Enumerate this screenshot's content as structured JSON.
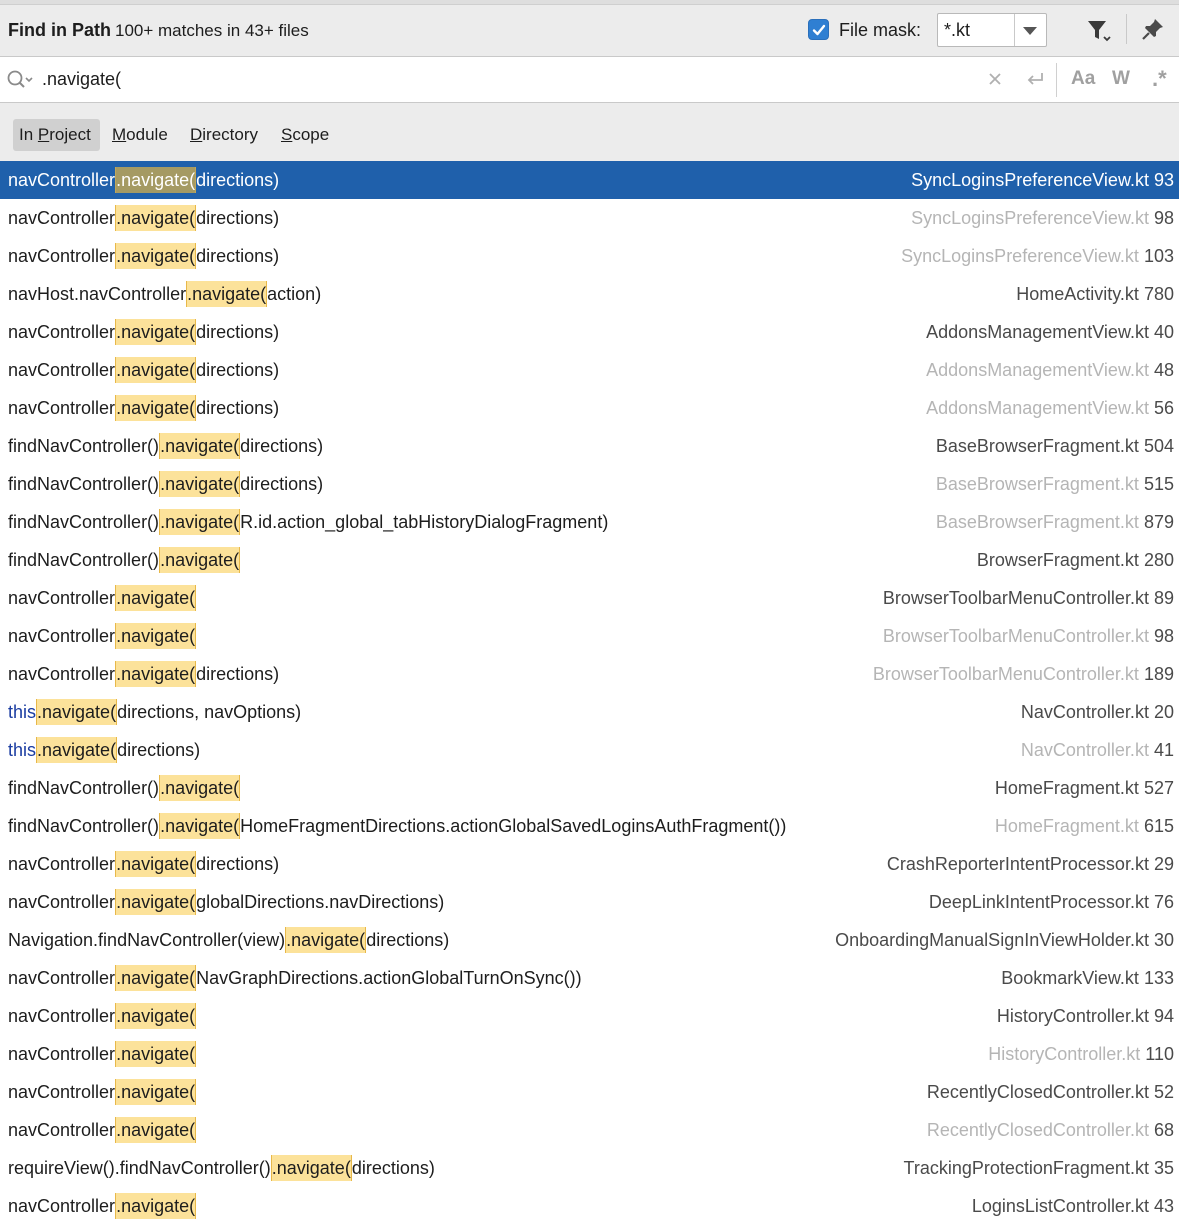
{
  "header": {
    "title": "Find in Path",
    "match_summary": "100+ matches in 43+ files",
    "file_mask_label": "File mask:",
    "file_mask_value": "*.kt",
    "file_mask_checked": true,
    "accent_color": "#2f7fd2"
  },
  "search": {
    "query": ".navigate(",
    "options": {
      "match_case": "Aa",
      "words": "W",
      "regex": ".*"
    }
  },
  "scopes": [
    {
      "label": "In Project",
      "active": true
    },
    {
      "label": "Module",
      "active": false
    },
    {
      "label": "Directory",
      "active": false
    },
    {
      "label": "Scope",
      "active": false
    }
  ],
  "results": [
    {
      "pre": "navController",
      "match": ".navigate(",
      "post": "directions)",
      "file": "SyncLoginsPreferenceView.kt",
      "line": "93",
      "selected": true,
      "dim": false
    },
    {
      "pre": "navController",
      "match": ".navigate(",
      "post": "directions)",
      "file": "SyncLoginsPreferenceView.kt",
      "line": "98",
      "dim": true
    },
    {
      "pre": "navController",
      "match": ".navigate(",
      "post": "directions)",
      "file": "SyncLoginsPreferenceView.kt",
      "line": "103",
      "dim": true
    },
    {
      "pre": "navHost.navController",
      "match": ".navigate(",
      "post": "action)",
      "file": "HomeActivity.kt",
      "line": "780",
      "dim": false
    },
    {
      "pre": "navController",
      "match": ".navigate(",
      "post": "directions)",
      "file": "AddonsManagementView.kt",
      "line": "40",
      "dim": false
    },
    {
      "pre": "navController",
      "match": ".navigate(",
      "post": "directions)",
      "file": "AddonsManagementView.kt",
      "line": "48",
      "dim": true
    },
    {
      "pre": "navController",
      "match": ".navigate(",
      "post": "directions)",
      "file": "AddonsManagementView.kt",
      "line": "56",
      "dim": true
    },
    {
      "pre": "findNavController()",
      "match": ".navigate(",
      "post": "directions)",
      "file": "BaseBrowserFragment.kt",
      "line": "504",
      "dim": false
    },
    {
      "pre": "findNavController()",
      "match": ".navigate(",
      "post": "directions)",
      "file": "BaseBrowserFragment.kt",
      "line": "515",
      "dim": true
    },
    {
      "pre": "findNavController()",
      "match": ".navigate(",
      "post": "R.id.action_global_tabHistoryDialogFragment)",
      "file": "BaseBrowserFragment.kt",
      "line": "879",
      "dim": true
    },
    {
      "pre": "findNavController()",
      "match": ".navigate(",
      "post": "",
      "file": "BrowserFragment.kt",
      "line": "280",
      "dim": false
    },
    {
      "pre": "navController",
      "match": ".navigate(",
      "post": "",
      "file": "BrowserToolbarMenuController.kt",
      "line": "89",
      "dim": false
    },
    {
      "pre": "navController",
      "match": ".navigate(",
      "post": "",
      "file": "BrowserToolbarMenuController.kt",
      "line": "98",
      "dim": true
    },
    {
      "pre": "navController",
      "match": ".navigate(",
      "post": "directions)",
      "file": "BrowserToolbarMenuController.kt",
      "line": "189",
      "dim": true
    },
    {
      "pre": "this",
      "match": ".navigate(",
      "post": "directions, navOptions)",
      "file": "NavController.kt",
      "line": "20",
      "dim": false,
      "keyword": true
    },
    {
      "pre": "this",
      "match": ".navigate(",
      "post": "directions)",
      "file": "NavController.kt",
      "line": "41",
      "dim": true,
      "keyword": true
    },
    {
      "pre": "findNavController()",
      "match": ".navigate(",
      "post": "",
      "file": "HomeFragment.kt",
      "line": "527",
      "dim": false
    },
    {
      "pre": "findNavController()",
      "match": ".navigate(",
      "post": "HomeFragmentDirections.actionGlobalSavedLoginsAuthFragment())",
      "file": "HomeFragment.kt",
      "line": "615",
      "dim": true
    },
    {
      "pre": "navController",
      "match": ".navigate(",
      "post": "directions)",
      "file": "CrashReporterIntentProcessor.kt",
      "line": "29",
      "dim": false
    },
    {
      "pre": "navController",
      "match": ".navigate(",
      "post": "globalDirections.navDirections)",
      "file": "DeepLinkIntentProcessor.kt",
      "line": "76",
      "dim": false
    },
    {
      "pre": "Navigation.findNavController(view)",
      "match": ".navigate(",
      "post": "directions)",
      "file": "OnboardingManualSignInViewHolder.kt",
      "line": "30",
      "dim": false
    },
    {
      "pre": "navController",
      "match": ".navigate(",
      "post": "NavGraphDirections.actionGlobalTurnOnSync())",
      "file": "BookmarkView.kt",
      "line": "133",
      "dim": false
    },
    {
      "pre": "navController",
      "match": ".navigate(",
      "post": "",
      "file": "HistoryController.kt",
      "line": "94",
      "dim": false
    },
    {
      "pre": "navController",
      "match": ".navigate(",
      "post": "",
      "file": "HistoryController.kt",
      "line": "110",
      "dim": true
    },
    {
      "pre": "navController",
      "match": ".navigate(",
      "post": "",
      "file": "RecentlyClosedController.kt",
      "line": "52",
      "dim": false
    },
    {
      "pre": "navController",
      "match": ".navigate(",
      "post": "",
      "file": "RecentlyClosedController.kt",
      "line": "68",
      "dim": true
    },
    {
      "pre": "requireView().findNavController()",
      "match": ".navigate(",
      "post": "directions)",
      "file": "TrackingProtectionFragment.kt",
      "line": "35",
      "dim": false
    },
    {
      "pre": "navController",
      "match": ".navigate(",
      "post": "",
      "file": "LoginsListController.kt",
      "line": "43",
      "dim": false
    }
  ]
}
